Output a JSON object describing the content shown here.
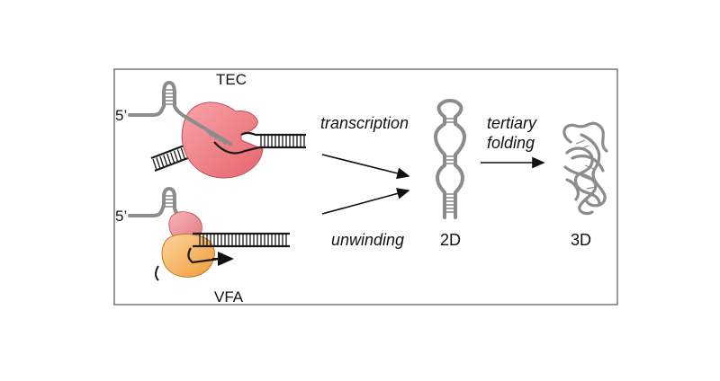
{
  "labels": {
    "tec": "TEC",
    "vfa": "VFA",
    "five_prime_top": "5’",
    "five_prime_bottom": "5’",
    "transcription": "transcription",
    "unwinding": "unwinding",
    "tertiary_line1": "tertiary",
    "tertiary_line2": "folding",
    "two_d": "2D",
    "three_d": "3D"
  },
  "colors": {
    "frame": "#555555",
    "rna": "#8c8c8c",
    "dna": "#1a1a1a",
    "tec_protein": "#f07f86",
    "vfa_protein_orange": "#f6b35f",
    "vfa_protein_pink": "#f09aa0",
    "arrow": "#111111"
  }
}
